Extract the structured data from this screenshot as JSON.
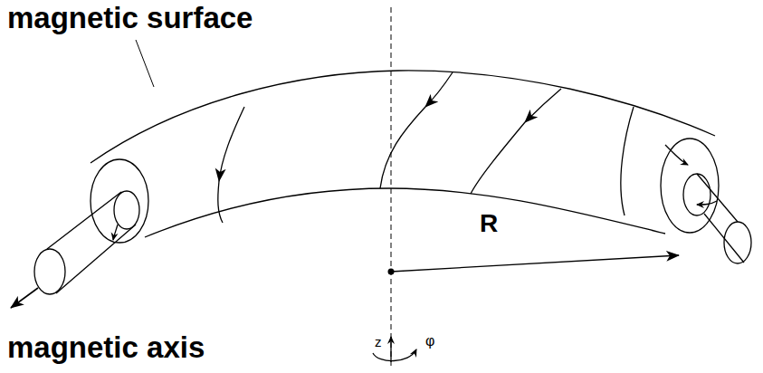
{
  "diagram": {
    "labels": [
      "magnetic surface",
      "magnetic axis",
      "R",
      "z",
      "φ"
    ]
  }
}
